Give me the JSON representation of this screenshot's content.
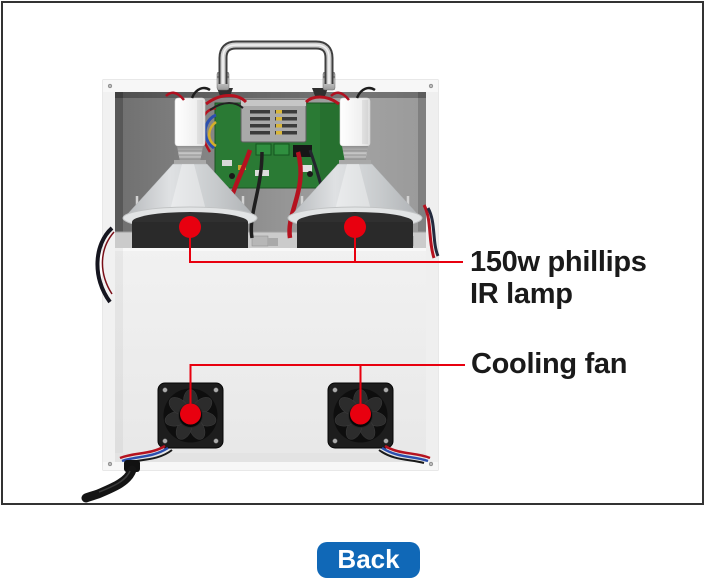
{
  "annotations": {
    "lamp_label_line1": "150w phillips",
    "lamp_label_line2": "IR lamp",
    "fan_label": "Cooling fan"
  },
  "back_button": {
    "label": "Back"
  },
  "illustration_parts": {
    "handle": "carry-handle",
    "lamps": "ir-lamp",
    "board": "control-pcb",
    "psu": "power-supply",
    "fans": "cooling-fan",
    "cable": "power-cable"
  },
  "colors": {
    "annotation_red": "#e8000f",
    "button_blue": "#1068b7",
    "frame_border": "#333333"
  }
}
